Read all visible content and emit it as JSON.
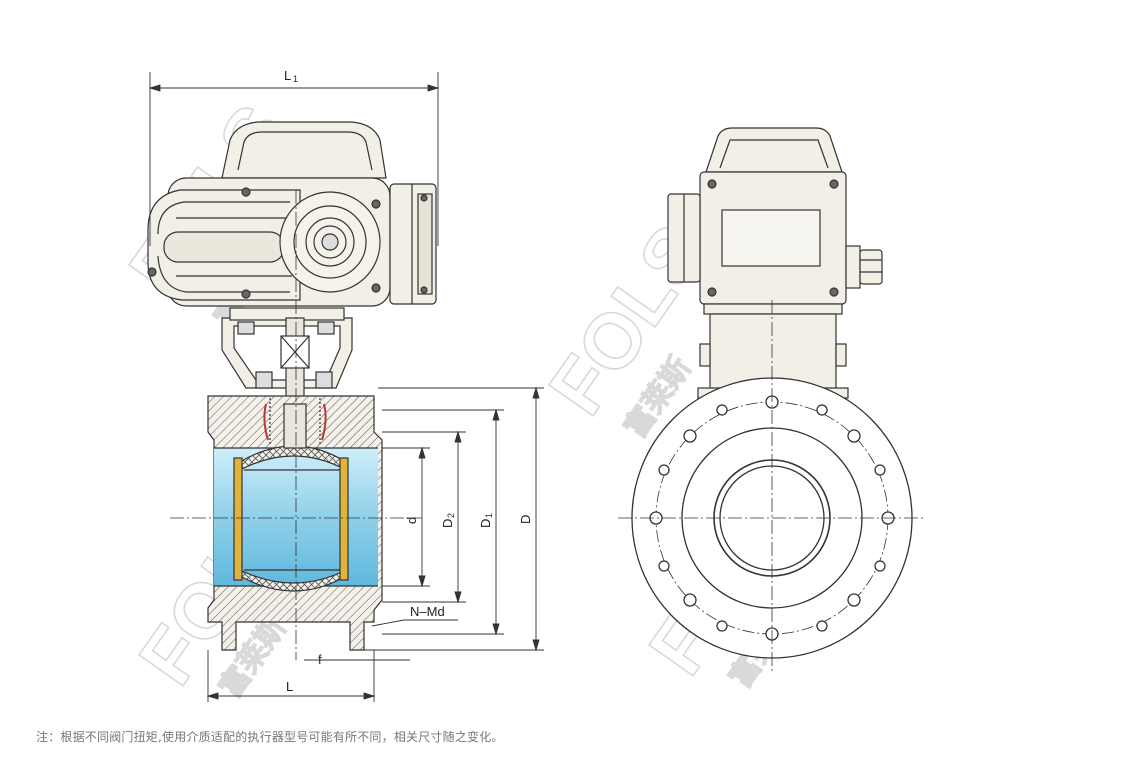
{
  "dimension_labels": {
    "overall_width": "L",
    "overall_width_sub": "1",
    "face_to_face": "L",
    "bore": "d",
    "raised_face": "D",
    "raised_face_sub": "2",
    "bolt_circle": "D",
    "bolt_circle_sub": "1",
    "flange_od": "D",
    "bolts": "N–Md",
    "face_height": "f"
  },
  "watermark": {
    "brand": "FOLS",
    "chinese": "富莱斯"
  },
  "note": "注：根据不同阀门扭矩,使用介质适配的执行器型号可能有所不同，相关尺寸随之变化。",
  "colors": {
    "line": "#333333",
    "body_fill": "#f2efe6",
    "flow_blue": "#8fd0ea",
    "seal_gold": "#e0b43a"
  }
}
